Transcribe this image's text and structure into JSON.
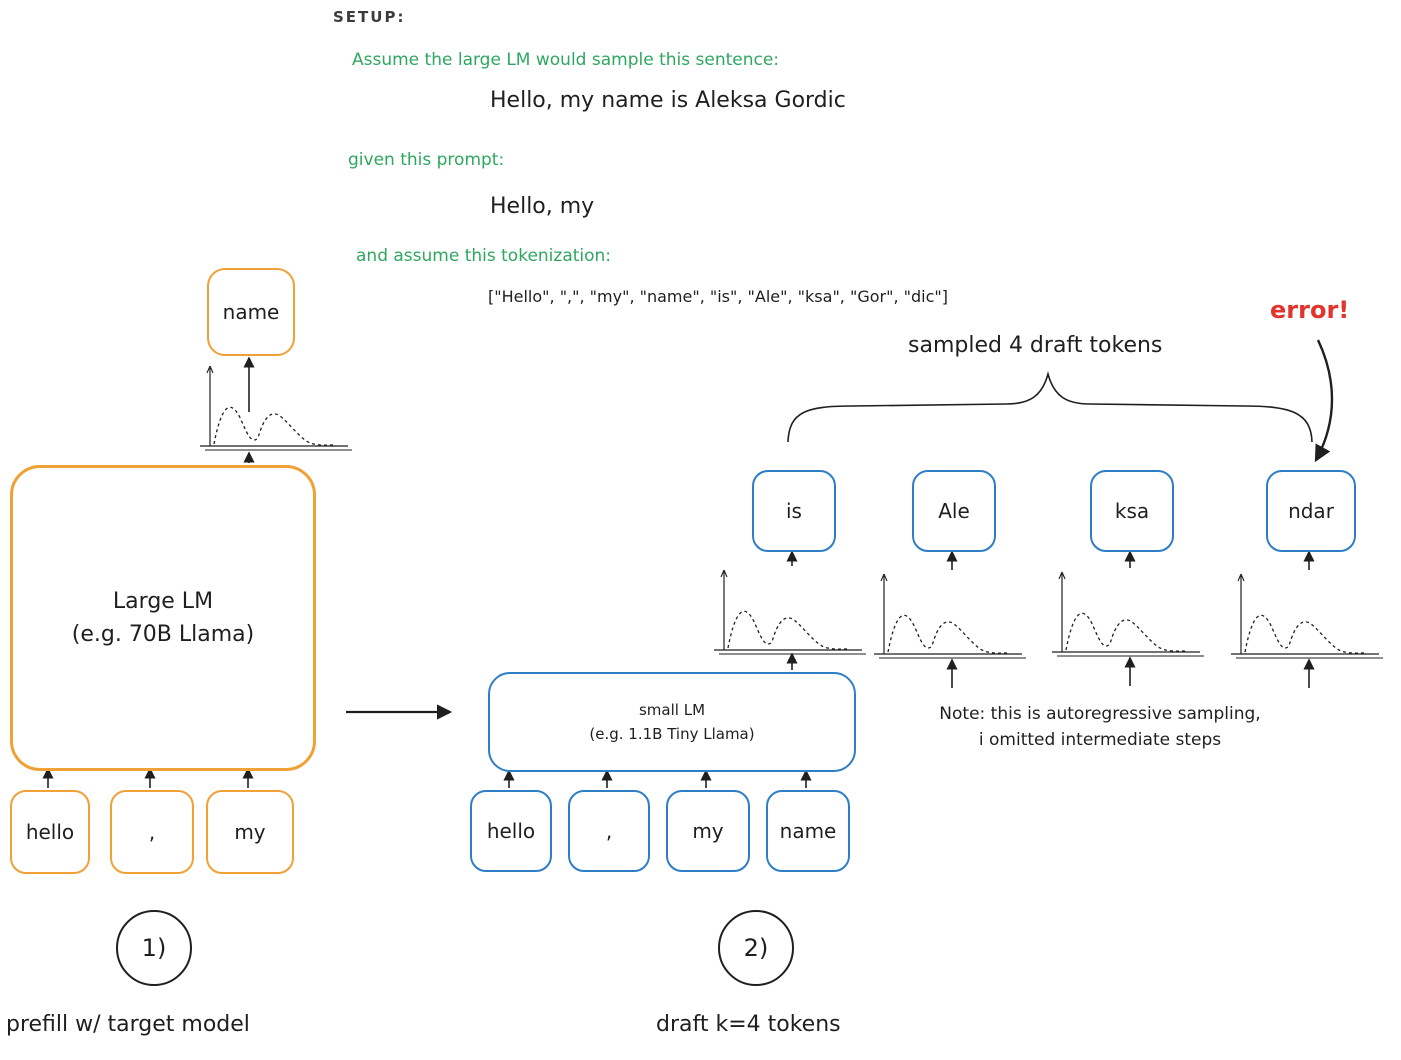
{
  "setup": {
    "title": "SETUP:",
    "line1": "Assume the large LM would sample this sentence:",
    "sentence": "Hello, my name is Aleksa Gordic",
    "line2": "given this prompt:",
    "prompt": "Hello, my",
    "line3": "and assume this tokenization:",
    "tokenization": "[\"Hello\", \",\", \"my\", \"name\", \"is\", \"Ale\", \"ksa\", \"Gor\", \"dic\"]"
  },
  "large_lm": {
    "title_line1": "Large LM",
    "title_line2": "(e.g. 70B Llama)",
    "output_token": "name",
    "input_tokens": [
      "hello",
      ",",
      "my"
    ],
    "step_number": "1)",
    "step_label": "prefill w/ target model"
  },
  "small_lm": {
    "title_line1": "small LM",
    "title_line2": "(e.g. 1.1B Tiny Llama)",
    "input_tokens": [
      "hello",
      ",",
      "my",
      "name"
    ],
    "draft_tokens": [
      "is",
      "Ale",
      "ksa",
      "ndar"
    ],
    "step_number": "2)",
    "step_label": "draft k=4 tokens"
  },
  "annotations": {
    "sampled_label": "sampled 4 draft tokens",
    "error_label": "error!",
    "note_line1": "Note: this is autoregressive sampling,",
    "note_line2": "i omitted intermediate steps"
  },
  "colors": {
    "orange": "#EFA136",
    "blue": "#2D7EC6",
    "green": "#2EA75F",
    "red": "#E2342C",
    "ink": "#1f1f1f"
  }
}
